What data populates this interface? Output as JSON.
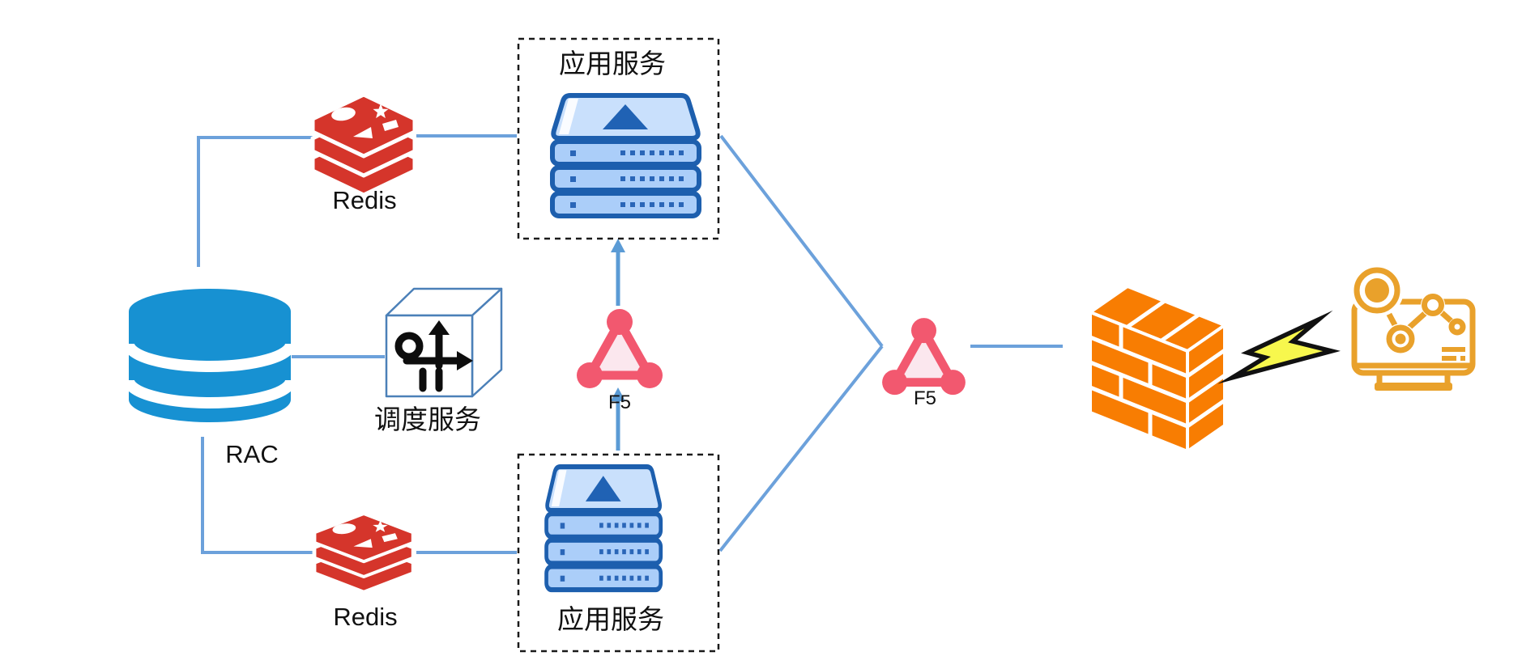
{
  "diagram_type": "network-architecture",
  "nodes": {
    "rac": {
      "label": "RAC",
      "icon": "database-icon",
      "color": "#1791D2"
    },
    "redis_top": {
      "label": "Redis",
      "icon": "redis-icon",
      "color": "#D5352B"
    },
    "redis_bottom": {
      "label": "Redis",
      "icon": "redis-icon",
      "color": "#D5352B"
    },
    "scheduler": {
      "label": "调度服务",
      "icon": "scheduler-cube-icon"
    },
    "app_service_top": {
      "label": "应用服务",
      "icon": "app-server-stack-icon",
      "boxed": true
    },
    "app_service_bottom": {
      "label": "应用服务",
      "icon": "app-server-stack-icon",
      "boxed": true
    },
    "f5_middle": {
      "label": "F5",
      "icon": "f5-load-balancer-icon",
      "color": "#F2586F"
    },
    "f5_right": {
      "label": "F5",
      "icon": "f5-load-balancer-icon",
      "color": "#F2586F"
    },
    "firewall": {
      "icon": "firewall-brick-wall-icon",
      "color": "#F87D02"
    },
    "lightning": {
      "icon": "lightning-bolt-icon",
      "color": "#F7F74D"
    },
    "monitoring": {
      "icon": "monitor-analytics-icon",
      "color": "#E9A12B"
    }
  },
  "edges": [
    {
      "from": "rac",
      "to": "redis_top",
      "arrow": false
    },
    {
      "from": "redis_top",
      "to": "app_service_top",
      "arrow": false
    },
    {
      "from": "rac",
      "to": "scheduler",
      "arrow": false
    },
    {
      "from": "rac",
      "to": "redis_bottom",
      "arrow": false
    },
    {
      "from": "redis_bottom",
      "to": "app_service_bottom",
      "arrow": false
    },
    {
      "from": "f5_middle",
      "to": "app_service_top",
      "arrow": true
    },
    {
      "from": "app_service_bottom",
      "to": "f5_middle",
      "arrow": true
    },
    {
      "from": "app_service_top",
      "to": "f5_right",
      "arrow": false
    },
    {
      "from": "app_service_bottom",
      "to": "f5_right",
      "arrow": false
    },
    {
      "from": "f5_right",
      "to": "firewall",
      "arrow": false
    }
  ],
  "colors": {
    "background": "#ffffff",
    "connector_blue": "#6CA1DB",
    "arrow_blue": "#5B9BD5",
    "database_blue": "#1791D2",
    "redis_red": "#D5352B",
    "server_outline_blue": "#1D5FAE",
    "server_fill_blue": "#ABCEF9",
    "f5_pink": "#F2586F",
    "firewall_orange": "#F87D02",
    "monitor_orange": "#E9A12B",
    "lightning_yellow": "#F7F74D",
    "dashed_border": "#1a1a1a"
  }
}
